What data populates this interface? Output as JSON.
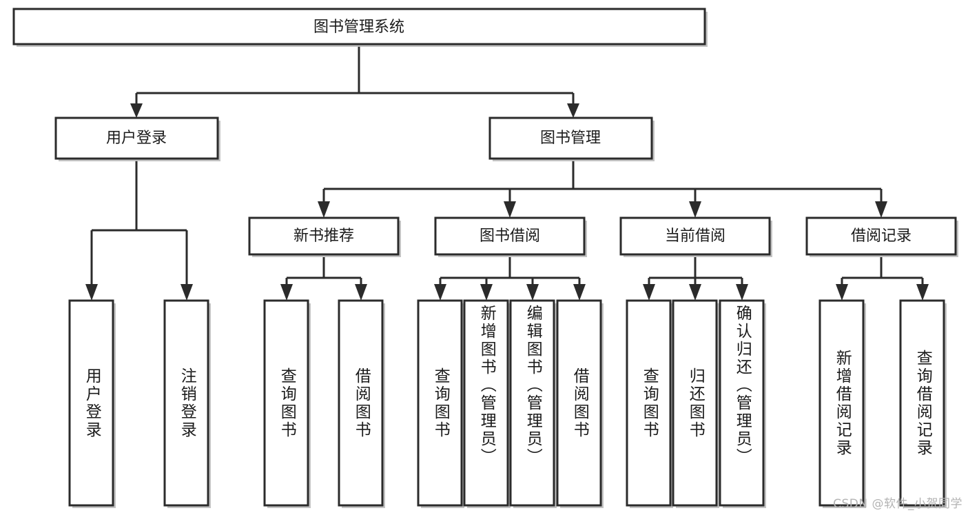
{
  "diagram": {
    "title": "图书管理系统",
    "type": "hierarchy-tree",
    "root": {
      "id": "root",
      "label": "图书管理系统"
    },
    "level1": [
      {
        "id": "user-login",
        "label": "用户登录"
      },
      {
        "id": "book-manage",
        "label": "图书管理"
      }
    ],
    "level2": [
      {
        "id": "new-book-rec",
        "label": "新书推荐",
        "parent": "book-manage"
      },
      {
        "id": "book-borrow",
        "label": "图书借阅",
        "parent": "book-manage"
      },
      {
        "id": "current-borrow",
        "label": "当前借阅",
        "parent": "book-manage"
      },
      {
        "id": "borrow-record",
        "label": "借阅记录",
        "parent": "book-manage"
      }
    ],
    "leaves": [
      {
        "id": "leaf-user-login",
        "label": "用户登录",
        "parent": "user-login"
      },
      {
        "id": "leaf-user-logout",
        "label": "注销登录",
        "parent": "user-login"
      },
      {
        "id": "leaf-query-book-1",
        "label": "查询图书",
        "parent": "new-book-rec"
      },
      {
        "id": "leaf-borrow-book-1",
        "label": "借阅图书",
        "parent": "new-book-rec"
      },
      {
        "id": "leaf-query-book-2",
        "label": "查询图书",
        "parent": "book-borrow"
      },
      {
        "id": "leaf-add-book",
        "label": "新增图书（管理员）",
        "parent": "book-borrow"
      },
      {
        "id": "leaf-edit-book",
        "label": "编辑图书（管理员）",
        "parent": "book-borrow"
      },
      {
        "id": "leaf-borrow-book-2",
        "label": "借阅图书",
        "parent": "book-borrow"
      },
      {
        "id": "leaf-query-book-3",
        "label": "查询图书",
        "parent": "current-borrow"
      },
      {
        "id": "leaf-return-book",
        "label": "归还图书",
        "parent": "current-borrow"
      },
      {
        "id": "leaf-confirm-return",
        "label": "确认归还（管理员）",
        "parent": "current-borrow"
      },
      {
        "id": "leaf-add-record",
        "label": "新增借阅记录",
        "parent": "borrow-record"
      },
      {
        "id": "leaf-query-record",
        "label": "查询借阅记录",
        "parent": "borrow-record"
      }
    ]
  },
  "colors": {
    "stroke": "#2b2b2b",
    "fill": "#ffffff",
    "text": "#1b1b1b",
    "watermark": "#b3b3b3",
    "background": "#ffffff"
  },
  "watermark": {
    "text": "CSDN @软件_小贺同学"
  }
}
